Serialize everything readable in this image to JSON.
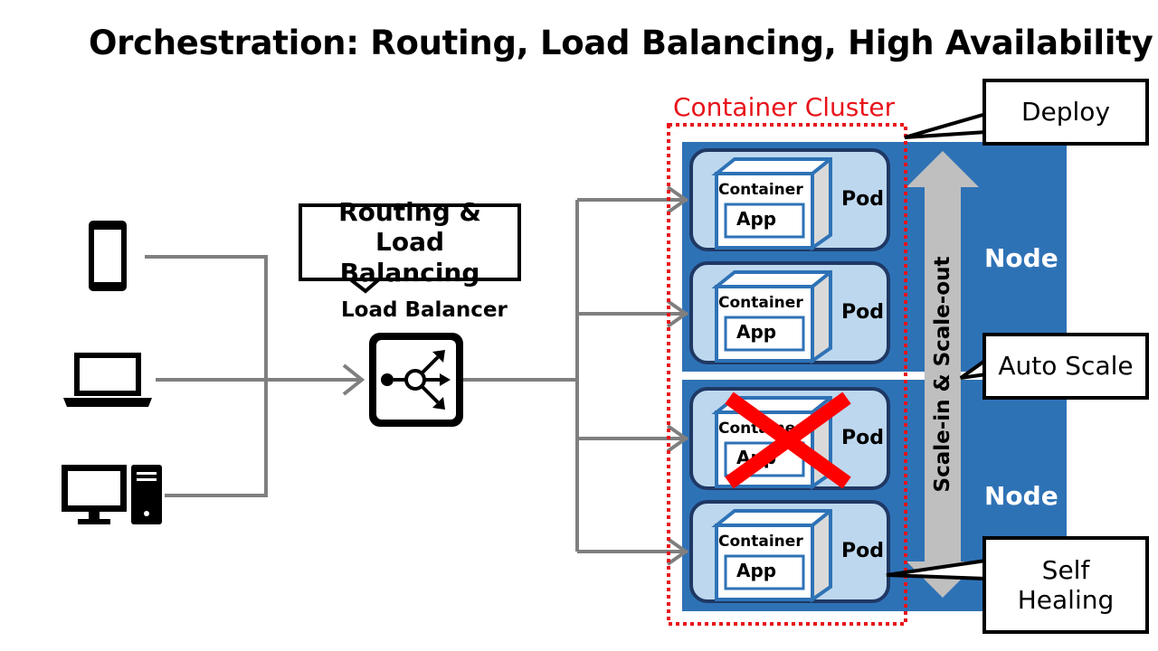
{
  "title": "Orchestration: Routing, Load Balancing, High Availability",
  "callouts": {
    "routing": [
      "Routing &",
      "Load Balancing"
    ],
    "deploy": "Deploy",
    "auto_scale": "Auto Scale",
    "self_healing": [
      "Self",
      "Healing"
    ]
  },
  "load_balancer_label": "Load Balancer",
  "cluster_label": "Container Cluster",
  "nodes": [
    {
      "label": "Node"
    },
    {
      "label": "Node"
    }
  ],
  "pods": [
    {
      "pod_label": "Pod",
      "container_label": "Container",
      "app_label": "App",
      "failed": false
    },
    {
      "pod_label": "Pod",
      "container_label": "Container",
      "app_label": "App",
      "failed": false
    },
    {
      "pod_label": "Pod",
      "container_label": "Container",
      "app_label": "App",
      "failed": true
    },
    {
      "pod_label": "Pod",
      "container_label": "Container",
      "app_label": "App",
      "failed": false
    }
  ],
  "scale_arrow_label": "Scale-in & Scale-out",
  "clients": [
    "smartphone-icon",
    "laptop-icon",
    "desktop-icon"
  ],
  "colors": {
    "node": "#2e72b6",
    "pod": "#bdd7ee",
    "pod_border": "#1f3864",
    "cluster_outline": "#e8131a",
    "wire": "#7f7f7f",
    "failure_cross": "#ff0000"
  }
}
